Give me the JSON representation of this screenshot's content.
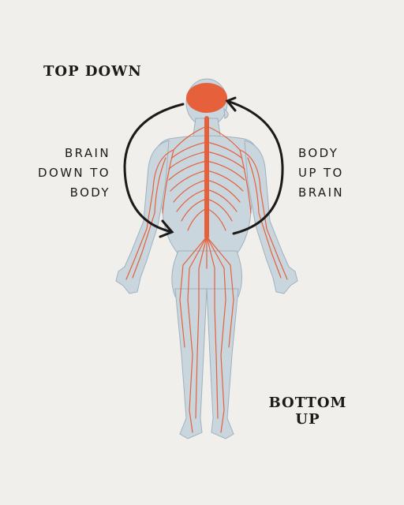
{
  "labels": {
    "top_down": "TOP DOWN",
    "brain_down_to_body": [
      "BRAIN",
      "DOWN TO",
      "BODY"
    ],
    "body_up_to_brain": [
      "BODY",
      "UP TO",
      "BRAIN"
    ],
    "bottom_up": [
      "BOTTOM",
      "UP"
    ]
  },
  "colors": {
    "background": "#f1efec",
    "body": "#c9d6de",
    "nerves": "#e5603b",
    "arrows": "#1d1b1a",
    "text": "#1d1b1a"
  }
}
